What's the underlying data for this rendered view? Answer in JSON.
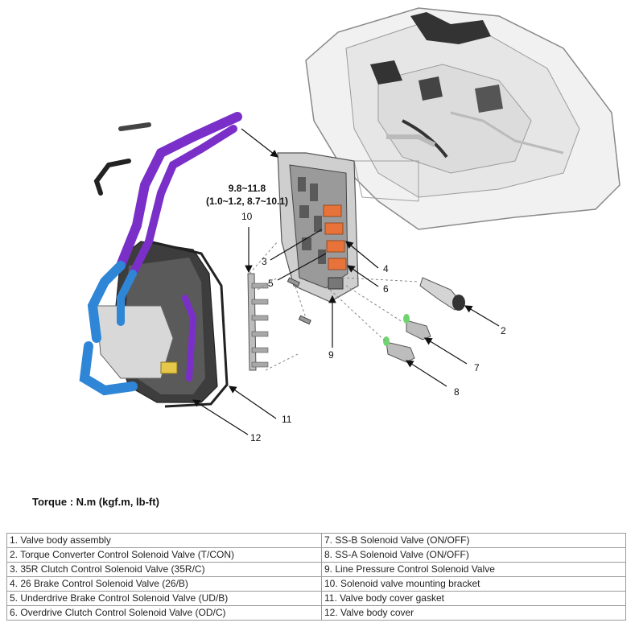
{
  "diagram": {
    "torque_spec": {
      "line1": "9.8~11.8",
      "line2": "(1.0~1.2, 8.7~10.1)"
    },
    "callouts": [
      "2",
      "3",
      "4",
      "5",
      "6",
      "7",
      "8",
      "9",
      "10",
      "11",
      "12"
    ]
  },
  "torque_caption": "Torque : N.m (kgf.m, lb-ft)",
  "legend": {
    "left": [
      "1. Valve body assembly",
      "2. Torque Converter Control Solenoid Valve (T/CON)",
      "3. 35R Clutch Control Solenoid Valve (35R/C)",
      "4. 26 Brake Control Solenoid Valve (26/B)",
      "5. Underdrive Brake Control Solenoid Valve (UD/B)",
      "6. Overdrive Clutch Control Solenoid Valve (OD/C)"
    ],
    "right": [
      "7. SS-B Solenoid Valve (ON/OFF)",
      "8. SS-A Solenoid Valve (ON/OFF)",
      "9. Line Pressure Control Solenoid Valve",
      "10. Solenoid valve mounting bracket",
      "11. Valve body cover gasket",
      "12. Valve body cover"
    ]
  },
  "colors": {
    "purple_hose": "#7b2fc9",
    "blue_hose": "#2f86d6",
    "orange_solenoid": "#e8733a",
    "gasket": "#222222",
    "metal": "#d7d7d7"
  }
}
